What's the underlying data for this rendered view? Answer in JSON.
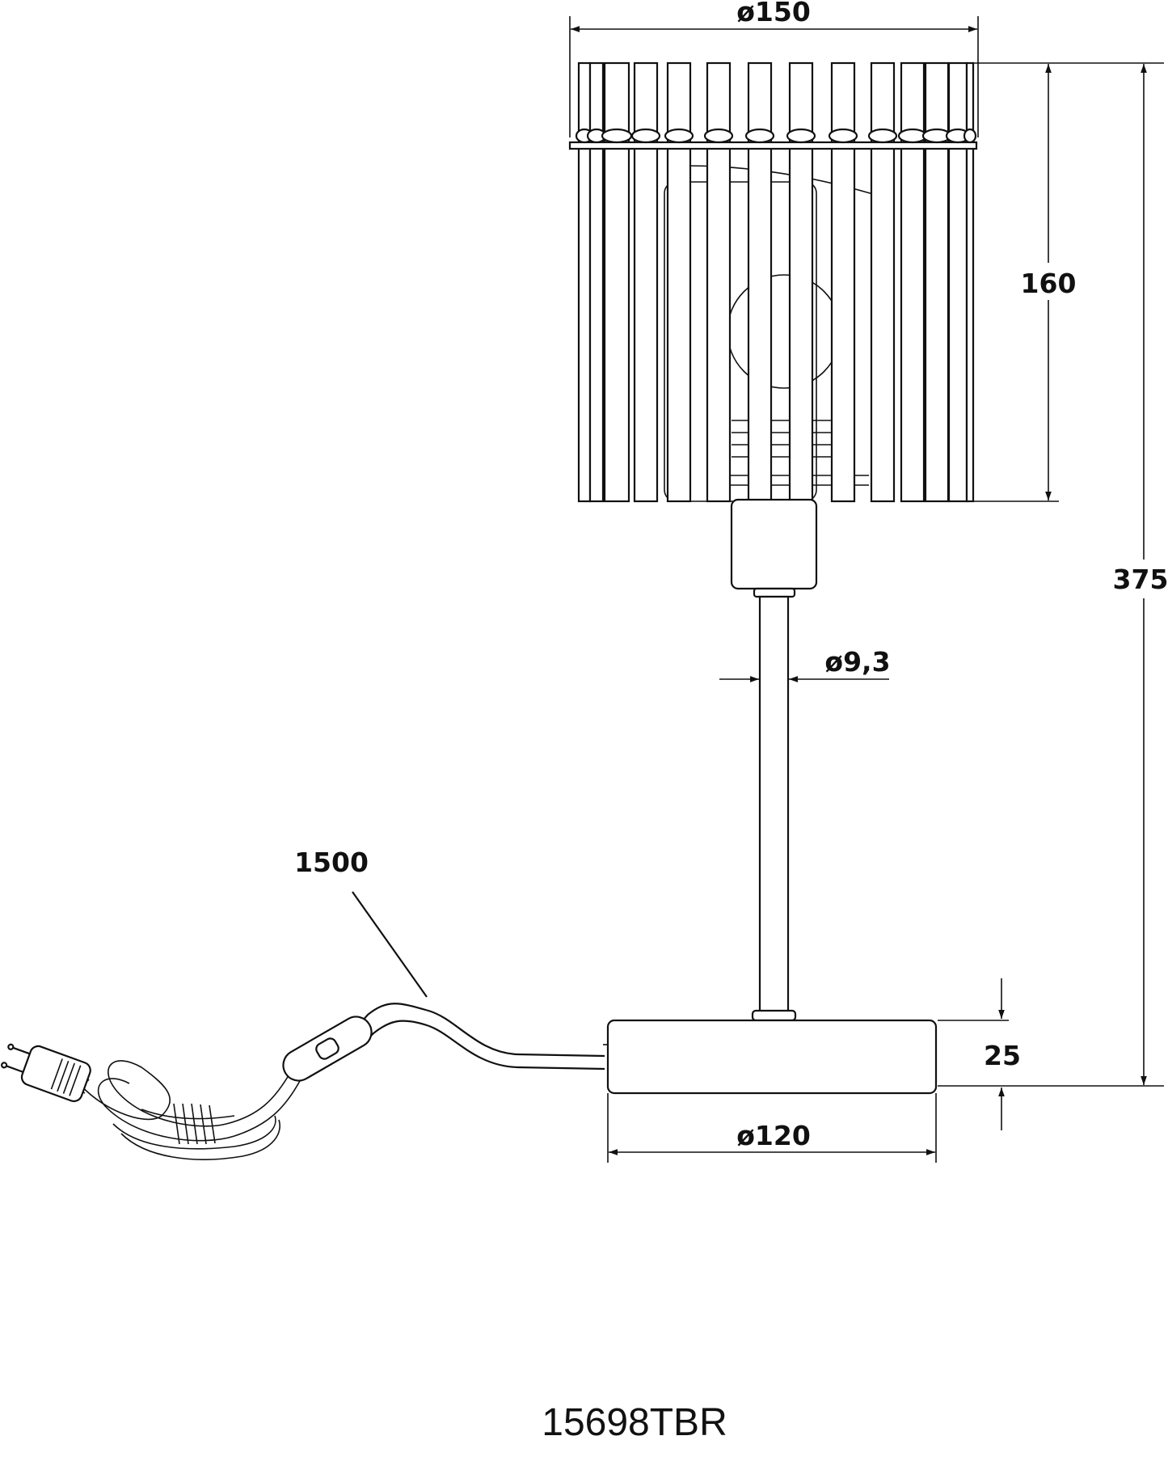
{
  "dimensions": {
    "shade_diameter": "ø150",
    "shade_height": "160",
    "total_height": "375",
    "rod_diameter": "ø9,3",
    "cord_length": "1500",
    "base_height": "25",
    "base_diameter": "ø120"
  },
  "model": "15698TBR",
  "colors": {
    "line": "#111111",
    "background": "#ffffff"
  }
}
